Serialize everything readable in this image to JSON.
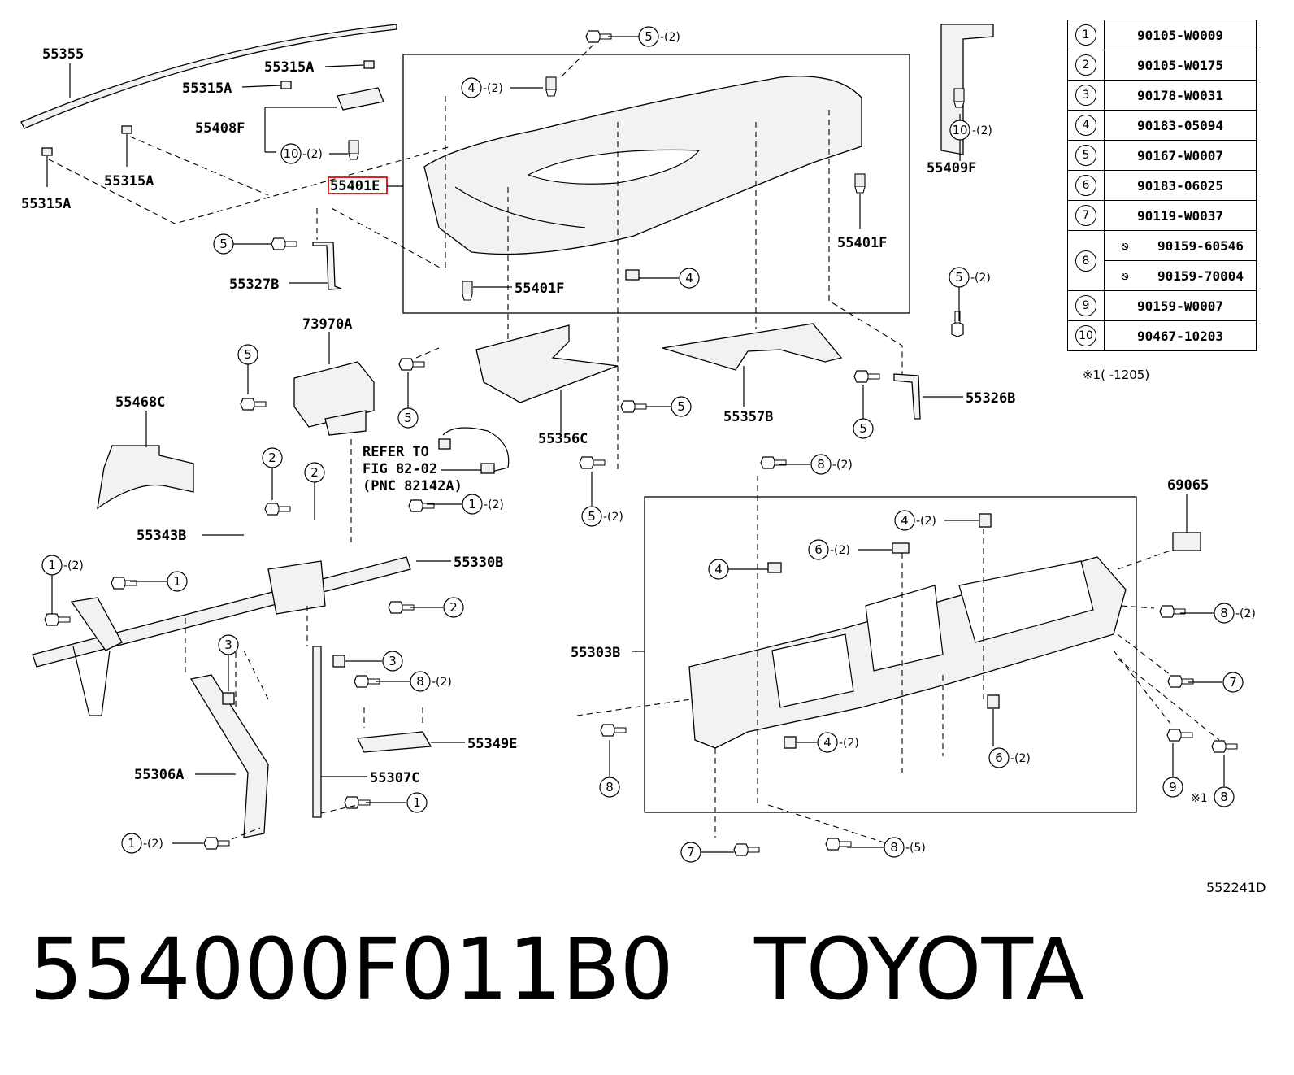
{
  "footer": {
    "part_number": "554000F011B0",
    "brand": "TOYOTA"
  },
  "ref_code": "552241D",
  "part_table": {
    "rows": [
      {
        "idx": "1",
        "part": "90105-W0009"
      },
      {
        "idx": "2",
        "part": "90105-W0175"
      },
      {
        "idx": "3",
        "part": "90178-W0031"
      },
      {
        "idx": "4",
        "part": "90183-05094"
      },
      {
        "idx": "5",
        "part": "90167-W0007"
      },
      {
        "idx": "6",
        "part": "90183-06025"
      },
      {
        "idx": "7",
        "part": "90119-W0037"
      },
      {
        "idx": "8",
        "parts": [
          "90159-60546",
          "90159-70004"
        ]
      },
      {
        "idx": "9",
        "part": "90159-W0007"
      },
      {
        "idx": "10",
        "part": "90467-10203"
      }
    ],
    "note": "※1(    -1205)"
  },
  "labels": {
    "l55355": "55355",
    "l55315a_1": "55315A",
    "l55315a_2": "55315A",
    "l55315a_3": "55315A",
    "l55315a_4": "55315A",
    "l55408f": "55408F",
    "l55401e": "55401E",
    "l55327b": "55327B",
    "l55401f_1": "55401F",
    "l55401f_2": "55401F",
    "l55409f": "55409F",
    "l73970a": "73970A",
    "l55468c": "55468C",
    "l55356c": "55356C",
    "l55357b": "55357B",
    "l55326b": "55326B",
    "ref1": "REFER TO",
    "ref2": "FIG 82-02",
    "ref3": "(PNC 82142A)",
    "l55343b": "55343B",
    "l55330b": "55330B",
    "l55349e": "55349E",
    "l55306a": "55306A",
    "l55307c": "55307C",
    "l55303b": "55303B",
    "l69065": "69065",
    "qty2": "-(2)",
    "qty5": "-(5)",
    "note1": "※1"
  },
  "callouts": [
    "1",
    "2",
    "3",
    "4",
    "5",
    "6",
    "7",
    "8",
    "9",
    "10"
  ]
}
